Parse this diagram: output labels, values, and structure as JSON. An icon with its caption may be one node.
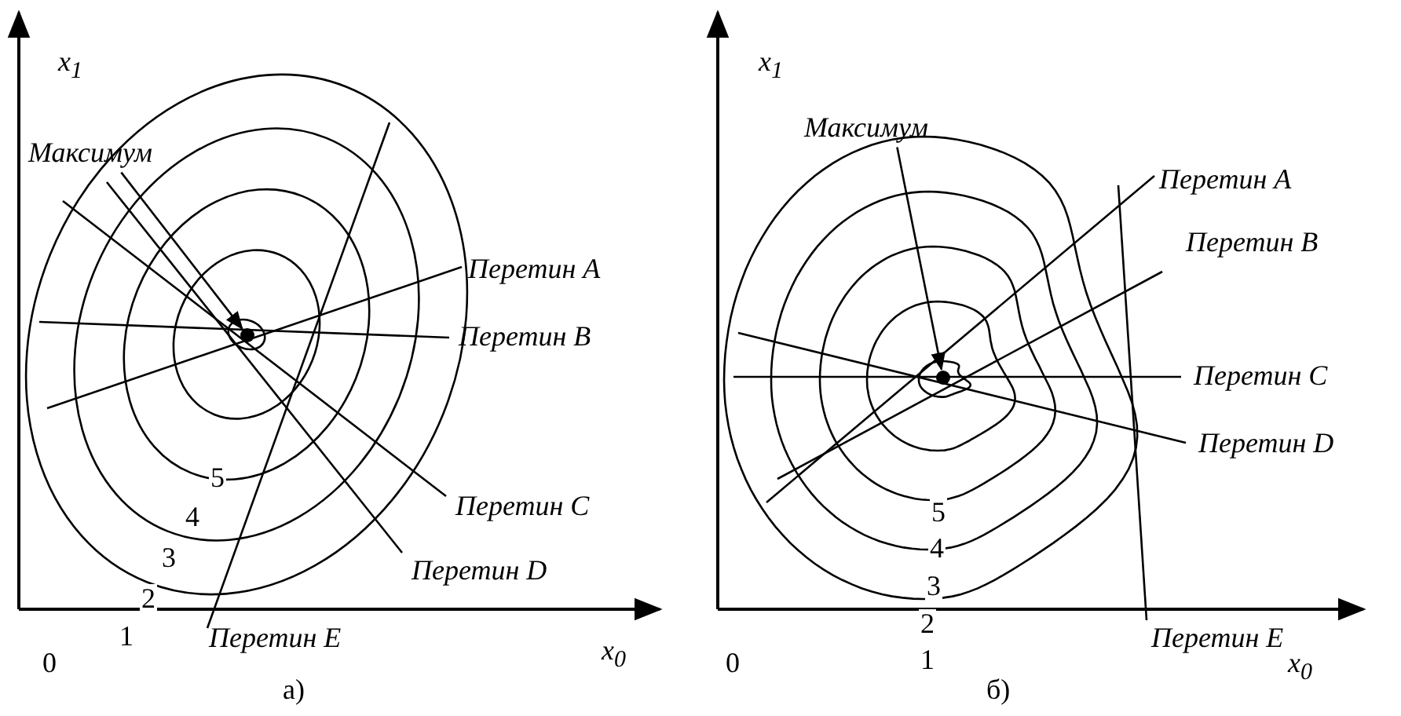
{
  "diagram": {
    "nodes": [
      {
        "text": [
          "Максимум"
        ]
      },
      {
        "text": [],
        "shape": "circle"
      },
      {
        "text": [
          "Максимум"
        ]
      },
      {
        "text": [],
        "shape": "circle"
      }
    ],
    "edges": [
      {
        "from": 0,
        "to": 1,
        "arrow": "to"
      },
      {
        "from": 2,
        "to": 3,
        "arrow": "to"
      }
    ],
    "labels": [
      "x$_{1}$",
      "Перетин A",
      "Перетин B",
      "5",
      "Перетин C",
      "4",
      "Перетин D",
      "3",
      "2",
      "1",
      "Перетин E",
      "0",
      "x$_{0}$",
      "а)",
      "x$_{1}$",
      "Перетин A",
      "Перетин B",
      "Перетин C",
      "5",
      "Перетин D",
      "4",
      "3",
      "2",
      "1",
      "Перетин E",
      "0",
      "x$_{0}$",
      "б)"
    ]
  }
}
